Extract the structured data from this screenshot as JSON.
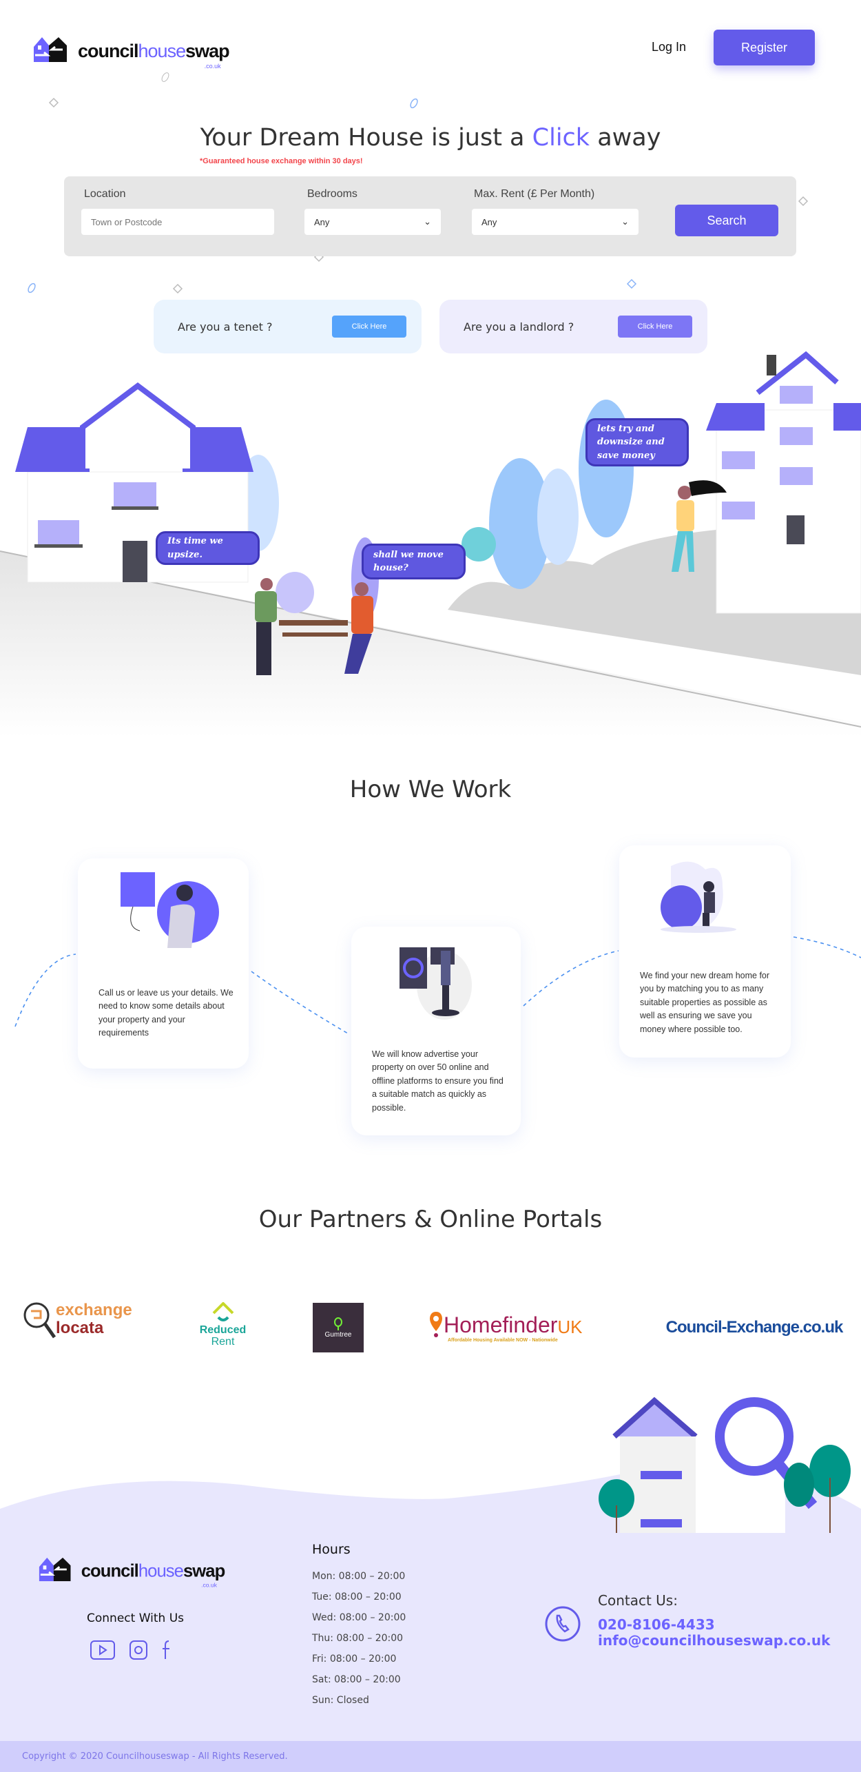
{
  "header": {
    "logo_prefix": "council",
    "logo_highlight": "house",
    "logo_suffix": "swap",
    "logo_domain": ".co.uk",
    "login": "Log In",
    "register": "Register"
  },
  "hero": {
    "title_before": "Your Dream House is just a",
    "title_highlight": "Click",
    "title_after": "away",
    "guarantee": "*Guaranteed house exchange within 30 days!"
  },
  "search": {
    "location_label": "Location",
    "location_placeholder": "Town or Postcode",
    "bedrooms_label": "Bedrooms",
    "bedrooms_value": "Any",
    "rent_label": "Max. Rent (£ Per Month)",
    "rent_value": "Any",
    "button": "Search"
  },
  "roles": [
    {
      "question": "Are you a tenet ?",
      "button": "Click Here",
      "color": "#55a3fb"
    },
    {
      "question": "Are you a landlord ?",
      "button": "Click Here",
      "color": "#7d76f5"
    }
  ],
  "illustration": {
    "bubbles": [
      "Its time we upsize.",
      "shall we move house?",
      "lets try and downsize and save money"
    ]
  },
  "how": {
    "title": "How We Work",
    "steps": [
      "Call us or leave us your details. We need to know some details about your property and your requirements",
      "We will know advertise your property on over 50 online and offline platforms to ensure you find a suitable match as quickly as possible.",
      "We find your new dream home for you by matching you to as many suitable properties as possible as well as ensuring we save you money where possible too."
    ]
  },
  "partners": {
    "title": "Our Partners & Online Portals",
    "logos": [
      {
        "line1": "exchange",
        "line2": "locata"
      },
      {
        "line1": "Reduced",
        "line2": "Rent"
      },
      {
        "line1": "Gumtree"
      },
      {
        "line1": "Homefinder",
        "line2": "UK",
        "tagline": "Affordable Housing Available NOW - Nationwide"
      },
      {
        "line1": "Council-Exchange.co.uk"
      }
    ]
  },
  "footer": {
    "connect": "Connect With Us",
    "social": [
      "youtube-icon",
      "instagram-icon",
      "facebook-icon"
    ],
    "hours_title": "Hours",
    "hours": [
      "Mon: 08:00 – 20:00",
      "Tue: 08:00 – 20:00",
      "Wed: 08:00 – 20:00",
      "Thu: 08:00 – 20:00",
      "Fri: 08:00 – 20:00",
      "Sat: 08:00 – 20:00",
      "Sun: Closed"
    ],
    "contact_title": "Contact Us:",
    "phone": "020-8106-4433",
    "email": "info@councilhouseswap.co.uk",
    "copyright": "Copyright © 2020 Councilhouseswap - All Rights Reserved."
  },
  "colors": {
    "brand": "#635bea",
    "footer_bg": "#e8e7fd",
    "copyright_bg": "#d0cefc"
  }
}
